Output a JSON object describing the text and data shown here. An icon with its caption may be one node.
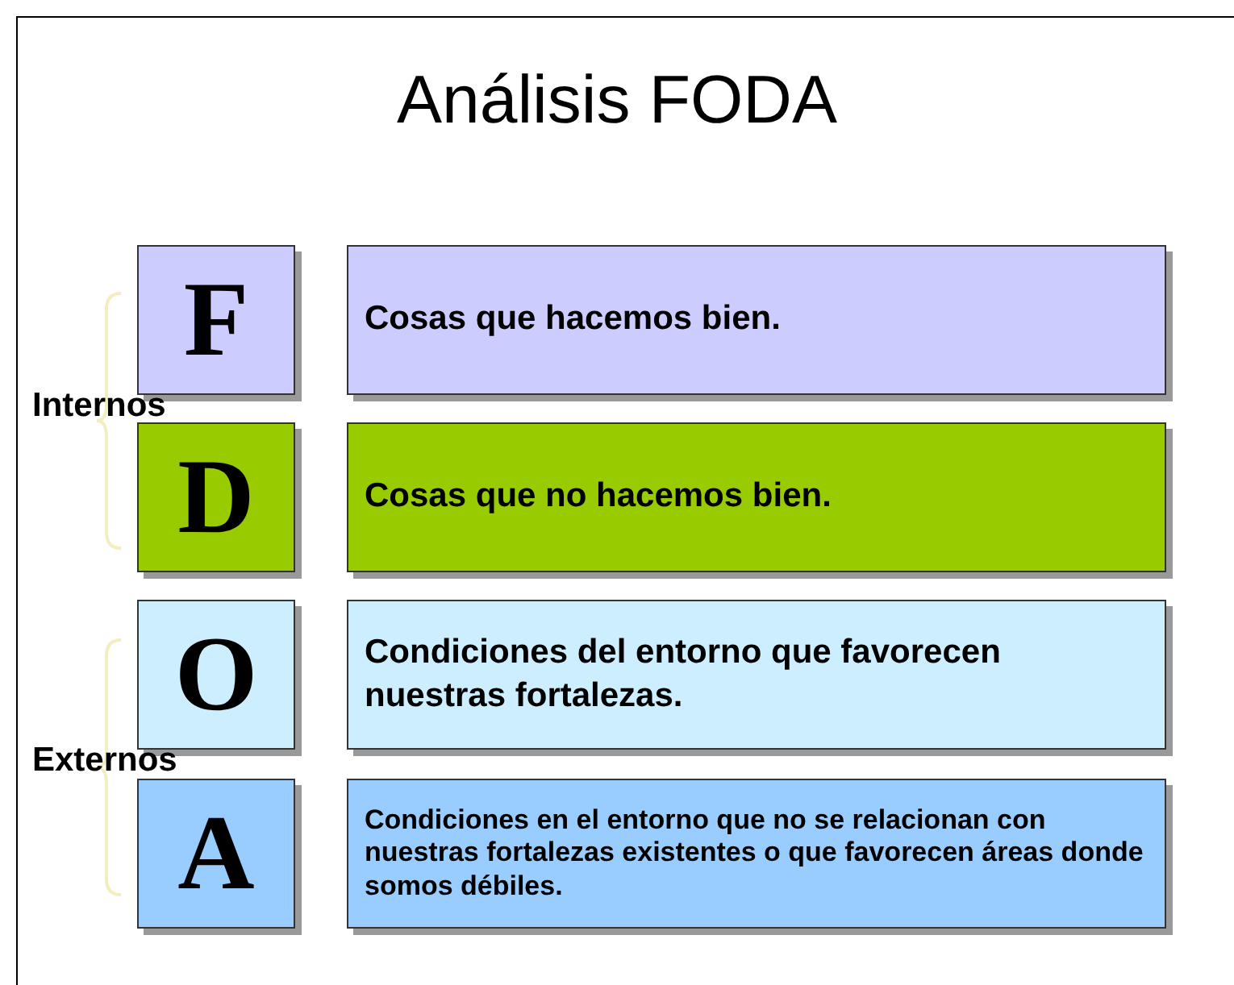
{
  "diagram": {
    "title": "Análisis FODA",
    "nodes": [
      {
        "text": [
          "F"
        ]
      },
      {
        "text": [
          "Cosas que hacemos bien."
        ]
      },
      {
        "text": [
          "D"
        ]
      },
      {
        "text": [
          "Cosas que no hacemos bien."
        ]
      },
      {
        "text": [
          "O"
        ]
      },
      {
        "text": [
          "Condiciones del entorno que favorecen nuestras fortalezas."
        ]
      },
      {
        "text": [
          "A"
        ]
      },
      {
        "text": [
          "Condiciones en el entorno que no se relacionan con nuestras fortalezas existentes o que favorecen áreas donde somos débiles."
        ]
      }
    ],
    "labels": [
      "Internos",
      "Externos"
    ]
  }
}
